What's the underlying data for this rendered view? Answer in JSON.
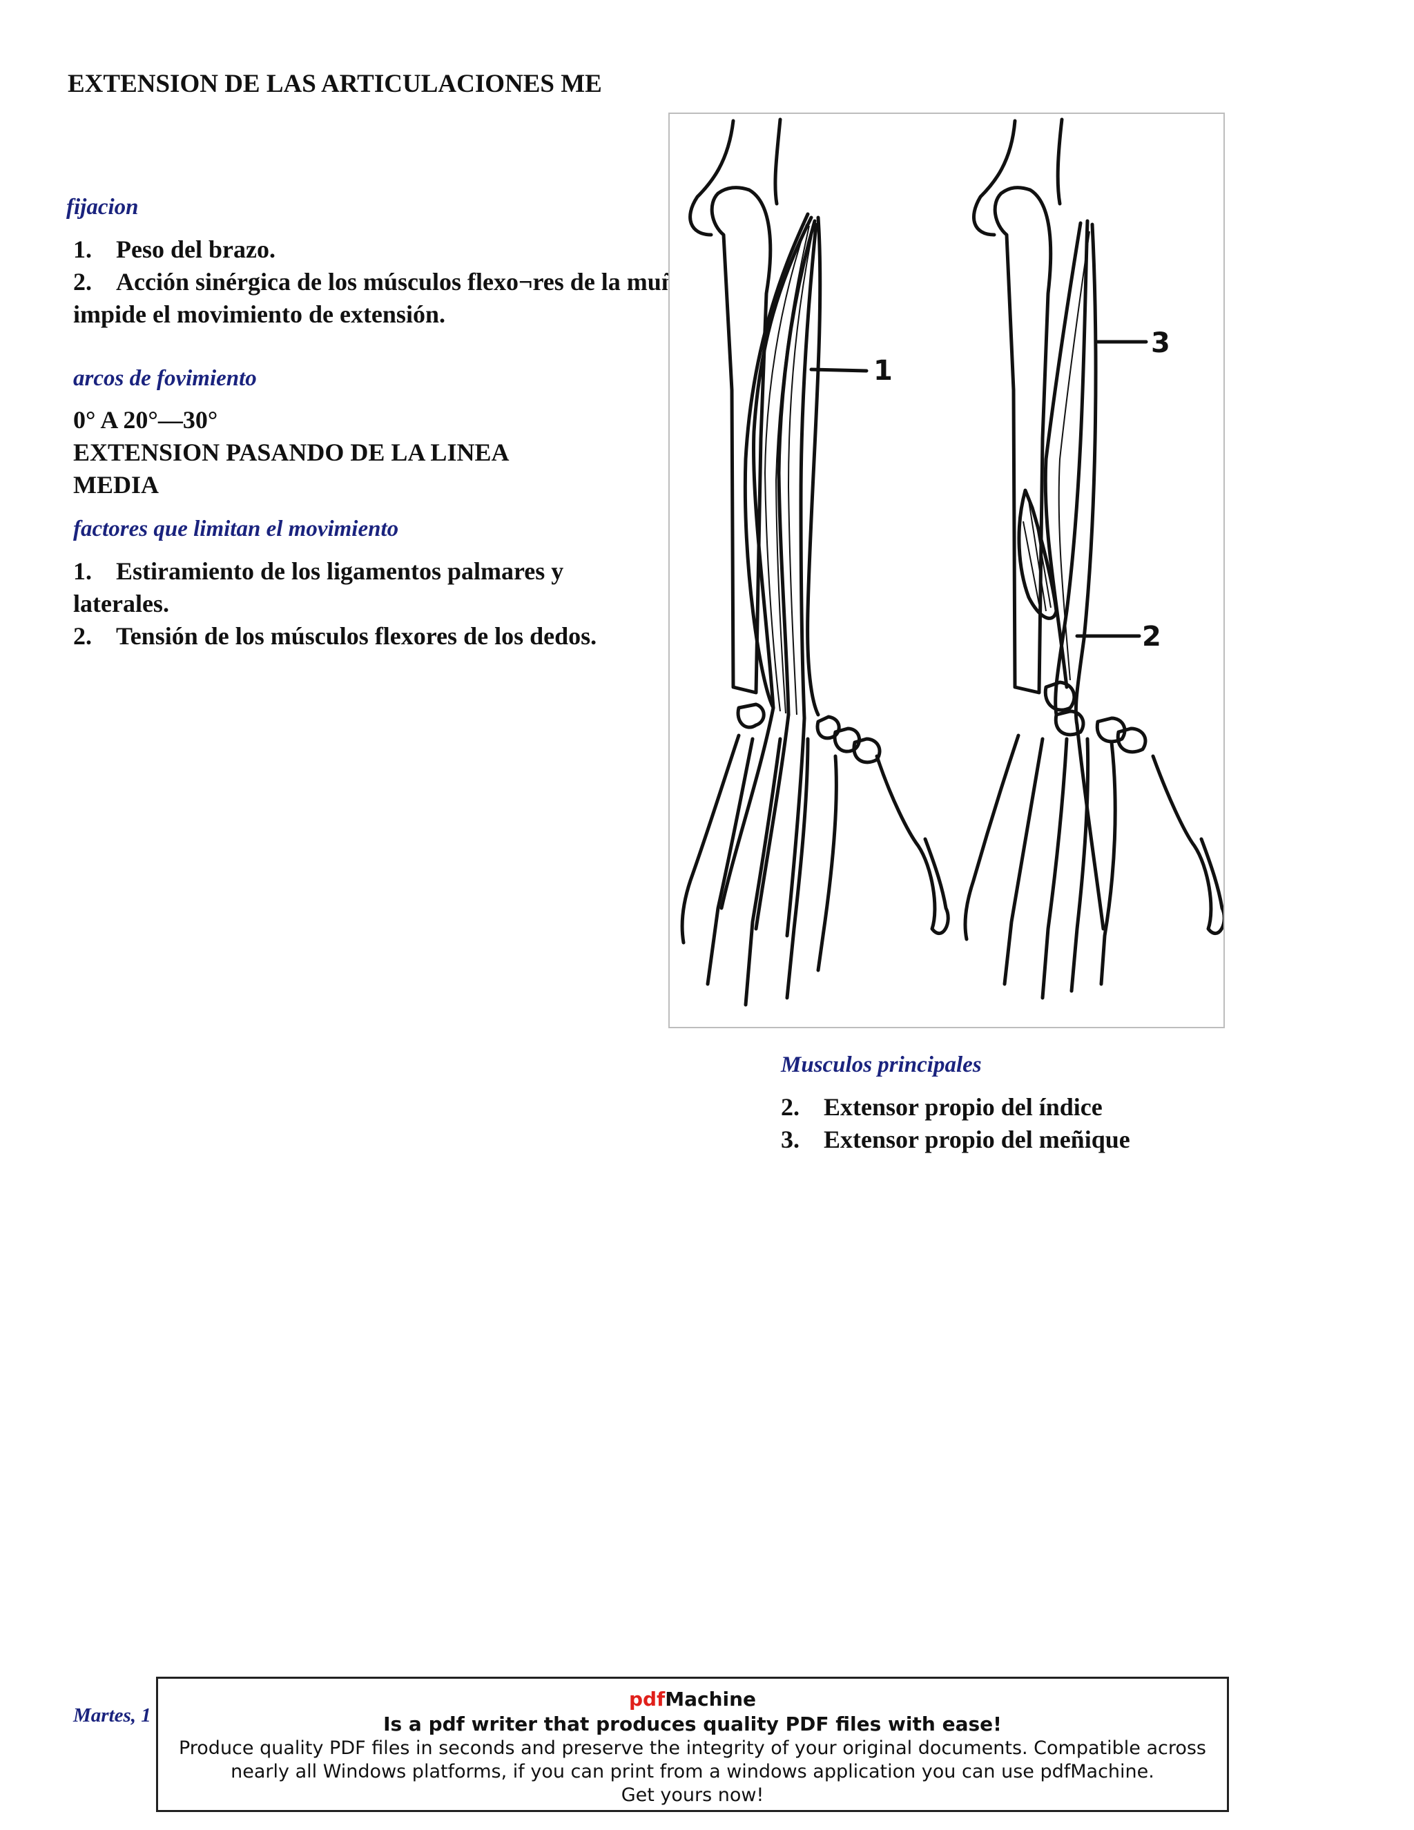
{
  "document": {
    "title": "EXTENSION DE LAS ARTICULACIONES ME"
  },
  "fijacion": {
    "heading": "fijacion",
    "items": [
      {
        "num": "1.",
        "text": "Peso del brazo."
      },
      {
        "num": "2.",
        "text": "Acción sinérgica de los músculos flexo¬res de la muñeca que impide el movimiento de extensión."
      }
    ]
  },
  "arcos": {
    "heading": "arcos de fovimiento",
    "range": "0° A 20°—30°",
    "note": "EXTENSION PASANDO DE LA LINEA MEDIA"
  },
  "factores": {
    "heading": "factores que limitan el movimiento",
    "items": [
      {
        "num": "1.",
        "text": "Estiramiento de los ligamentos palmares y laterales."
      },
      {
        "num": "2.",
        "text": "Tensión de los músculos flexores de los dedos."
      }
    ]
  },
  "figure": {
    "labels": [
      "1",
      "3",
      "2"
    ]
  },
  "musculos": {
    "heading": "Musculos principales",
    "items": [
      {
        "num": "2.",
        "text": "Extensor propio del índice"
      },
      {
        "num": "3.",
        "text": "Extensor propio del meñique"
      }
    ]
  },
  "footer": {
    "date": "Martes, 1"
  },
  "ad": {
    "brand_red": "pdf",
    "brand_rest": "Machine",
    "tagline": "Is a pdf writer that produces quality PDF files with ease!",
    "line1": "Produce quality PDF files in seconds and preserve the integrity of your original documents. Compatible across",
    "line2": "nearly all Windows platforms, if you can print from a windows application you can use pdfMachine.",
    "line3": "Get yours now!"
  }
}
